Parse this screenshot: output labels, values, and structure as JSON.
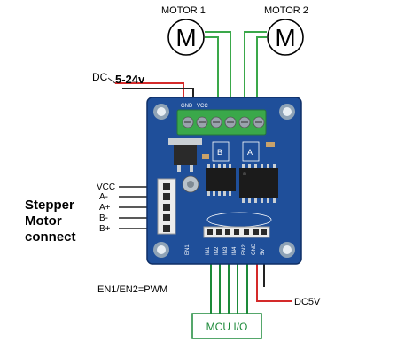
{
  "labels": {
    "motor1": "MOTOR 1",
    "motor2": "MOTOR 2",
    "motor_symbol": "M",
    "dc": "DC",
    "voltage": "5-24v",
    "stepper_line1": "Stepper",
    "stepper_line2": "Motor",
    "stepper_line3": "connect",
    "pwm_note": "EN1/EN2=PWM",
    "dc5v": "DC5V",
    "mcu": "MCU I/O"
  },
  "stepper_pins": [
    "VCC",
    "A-",
    "A+",
    "B-",
    "B+"
  ],
  "board_silk": {
    "bottom_pins": [
      "EN1",
      "IN1",
      "IN2",
      "IN3",
      "IN4",
      "EN2",
      "GND",
      "5V"
    ],
    "terminal_labels": [
      "GND",
      "VCC",
      "B",
      "A"
    ]
  },
  "colors": {
    "board": "#1f4f9a",
    "terminal": "#3aa84a",
    "wire_green": "#3aa84a",
    "wire_red": "#d42a2a",
    "wire_black": "#222222",
    "wire_mcu": "#1d8a3a"
  }
}
